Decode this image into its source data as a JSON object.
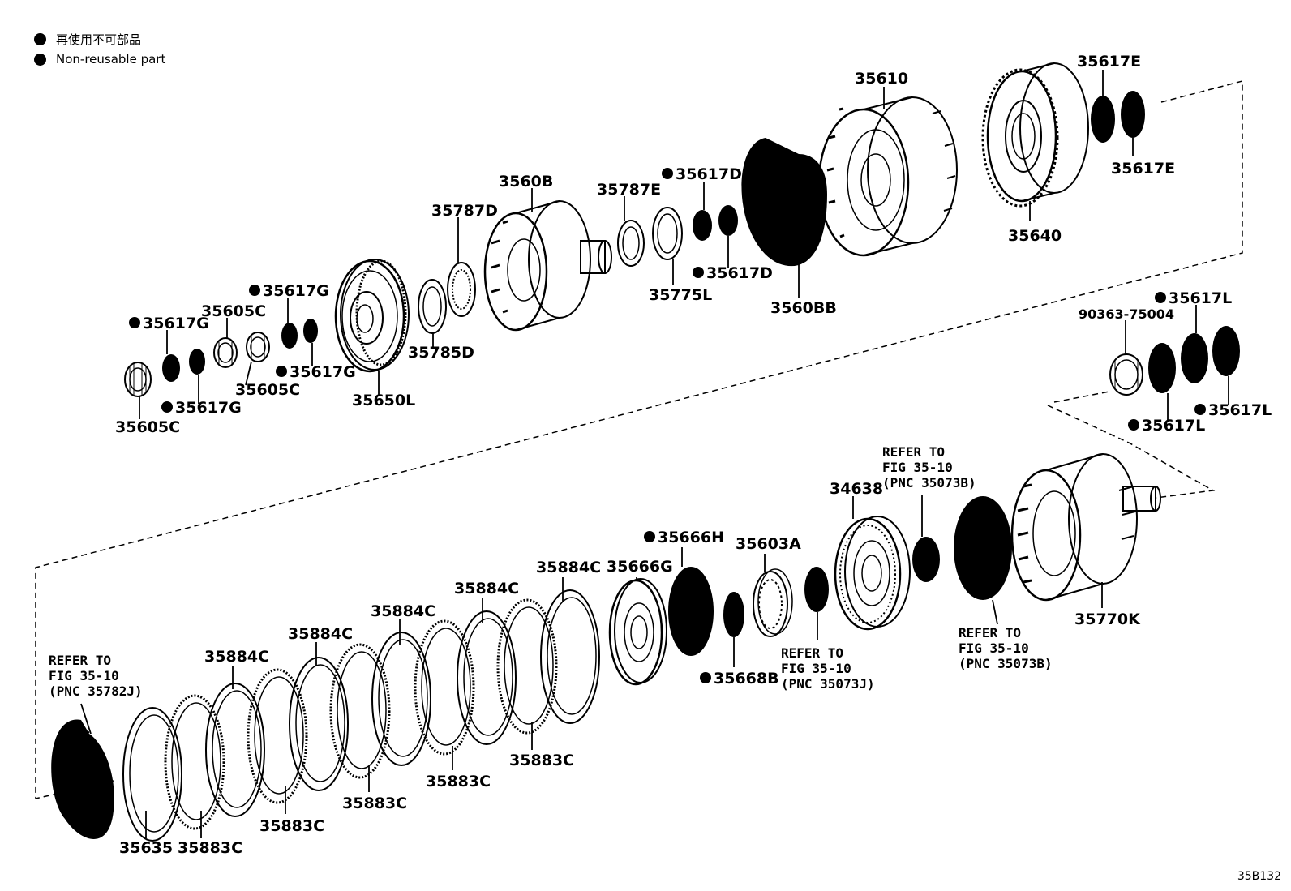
{
  "legend": {
    "line1": "再使用不可部品",
    "line2": "Non-reusable part"
  },
  "figure_code": "35B132",
  "labels": {
    "l35617E_a": "35617E",
    "l35610": "35610",
    "l35617E_b": "35617E",
    "l35640": "35640",
    "l3560B": "3560B",
    "l35787E": "35787E",
    "l35617D_a": "35617D",
    "l35787D": "35787D",
    "l35617D_b": "35617D",
    "l35775L": "35775L",
    "l3560BB": "3560BB",
    "l35617G_a": "35617G",
    "l35605C_a": "35605C",
    "l35617G_b": "35617G",
    "l35785D": "35785D",
    "l35617G_c": "35617G",
    "l35605C_b": "35605C",
    "l35650L": "35650L",
    "l35617G_d": "35617G",
    "l35605C_c": "35605C",
    "l35617L_a": "35617L",
    "l90363": "90363-75004",
    "l35617L_b": "35617L",
    "l35617L_c": "35617L",
    "l34638": "34638",
    "l35666H": "35666H",
    "l35603A": "35603A",
    "l35666G": "35666G",
    "l35884C_1": "35884C",
    "l35884C_2": "35884C",
    "l35884C_3": "35884C",
    "l35884C_4": "35884C",
    "l35884C_5": "35884C",
    "l35770K": "35770K",
    "l35668B": "35668B",
    "l35883C_1": "35883C",
    "l35883C_2": "35883C",
    "l35883C_3": "35883C",
    "l35883C_4": "35883C",
    "l35883C_5": "35883C",
    "l35635": "35635"
  },
  "refs": {
    "r1": [
      "REFER TO",
      "FIG 35-10",
      "(PNC 35073B)"
    ],
    "r2": [
      "REFER TO",
      "FIG 35-10",
      "(PNC 35073B)"
    ],
    "r3": [
      "REFER TO",
      "FIG 35-10",
      "(PNC 35073J)"
    ],
    "r4": [
      "REFER TO",
      "FIG 35-10",
      "(PNC 35782J)"
    ]
  },
  "icons": {
    "non_reusable_marker": "filled-circle"
  }
}
